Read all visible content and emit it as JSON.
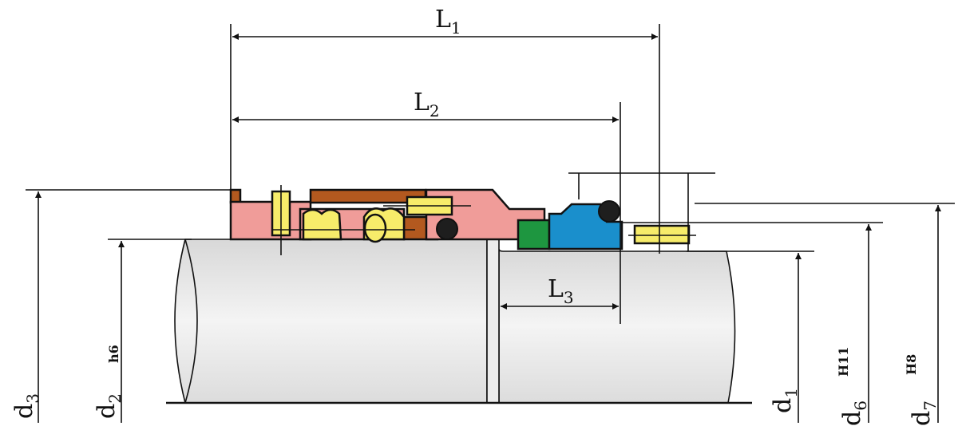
{
  "title": "Mechanical seal dimension drawing",
  "dimensions": {
    "L1": {
      "main": "L",
      "sub": "1"
    },
    "L2": {
      "main": "L",
      "sub": "2"
    },
    "L3": {
      "main": "L",
      "sub": "3"
    },
    "d1": {
      "main": "d",
      "sub": "1"
    },
    "d2": {
      "main": "d",
      "sub": "2",
      "tolerance": "h6"
    },
    "d3": {
      "main": "d",
      "sub": "3"
    },
    "d6": {
      "main": "d",
      "sub": "6",
      "tolerance": "H11"
    },
    "d7": {
      "main": "d",
      "sub": "7",
      "tolerance": "H8"
    }
  },
  "colors": {
    "rotating_body": "#f09c99",
    "spring_and_screws": "#f7ec6a",
    "drive_ring": "#b3591f",
    "o_ring": "#1e1e1e",
    "seat_ring": "#1e9640",
    "stationary_seat": "#1a8fcc",
    "shaft": "#e4e4e4"
  }
}
